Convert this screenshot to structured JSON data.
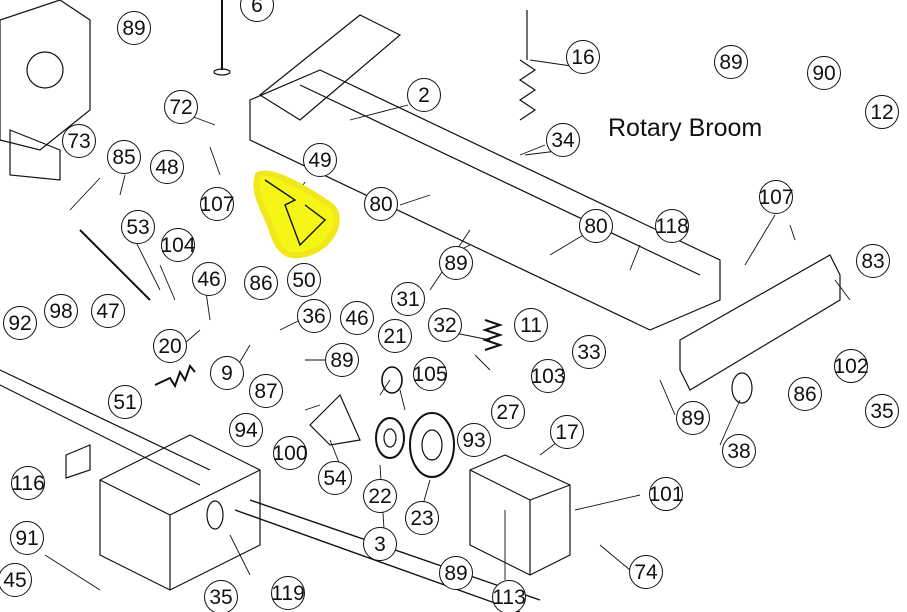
{
  "title": "Rotary Broom",
  "highlight_color": "#f5f516",
  "highlighted_part": "49",
  "callouts": [
    "89",
    "6",
    "16",
    "89",
    "90",
    "12",
    "72",
    "2",
    "34",
    "73",
    "85",
    "48",
    "49",
    "107",
    "80",
    "107",
    "118",
    "80",
    "83",
    "53",
    "104",
    "89",
    "47",
    "46",
    "86",
    "50",
    "31",
    "11",
    "98",
    "92",
    "36",
    "46",
    "21",
    "32",
    "33",
    "20",
    "9",
    "89",
    "102",
    "103",
    "105",
    "89",
    "86",
    "51",
    "87",
    "27",
    "35",
    "94",
    "100",
    "93",
    "17",
    "38",
    "54",
    "22",
    "23",
    "116",
    "101",
    "119",
    "3",
    "91",
    "74",
    "45",
    "35",
    "89",
    "113"
  ]
}
